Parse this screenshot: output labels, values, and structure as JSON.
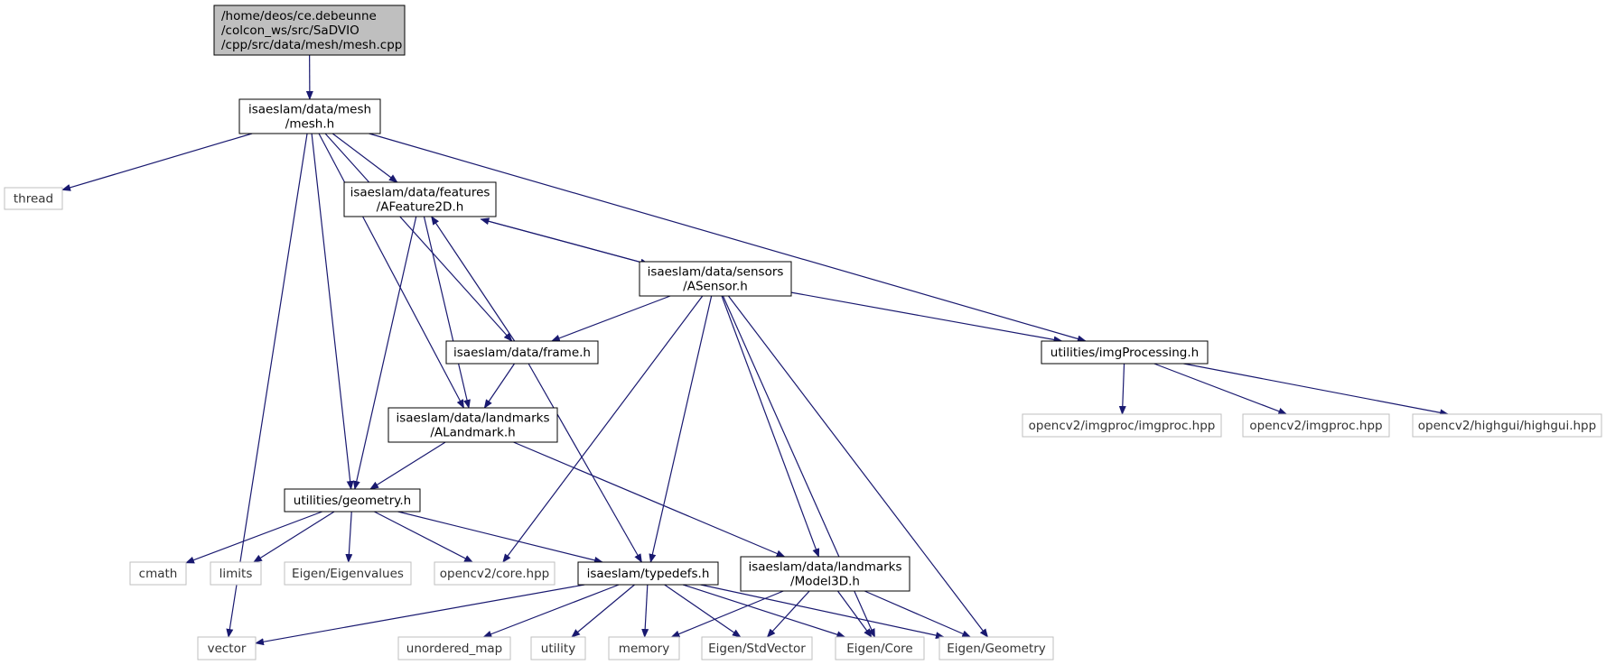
{
  "graph": {
    "nodes": [
      {
        "id": "root",
        "lines": [
          "/home/deos/ce.debeunne",
          "/colcon_ws/src/SaDVIO",
          "/cpp/src/data/mesh/mesh.cpp"
        ],
        "kind": "root"
      },
      {
        "id": "mesh_h",
        "lines": [
          "isaeslam/data/mesh",
          "/mesh.h"
        ],
        "kind": "project"
      },
      {
        "id": "thread",
        "lines": [
          "thread"
        ],
        "kind": "external"
      },
      {
        "id": "afeature2d",
        "lines": [
          "isaeslam/data/features",
          "/AFeature2D.h"
        ],
        "kind": "project"
      },
      {
        "id": "asensor",
        "lines": [
          "isaeslam/data/sensors",
          "/ASensor.h"
        ],
        "kind": "project"
      },
      {
        "id": "frame",
        "lines": [
          "isaeslam/data/frame.h"
        ],
        "kind": "project"
      },
      {
        "id": "imgproc",
        "lines": [
          "utilities/imgProcessing.h"
        ],
        "kind": "project"
      },
      {
        "id": "alandmark",
        "lines": [
          "isaeslam/data/landmarks",
          "/ALandmark.h"
        ],
        "kind": "project"
      },
      {
        "id": "geometry",
        "lines": [
          "utilities/geometry.h"
        ],
        "kind": "project"
      },
      {
        "id": "cv_imgproc_imgproc",
        "lines": [
          "opencv2/imgproc/imgproc.hpp"
        ],
        "kind": "external"
      },
      {
        "id": "cv_imgproc",
        "lines": [
          "opencv2/imgproc.hpp"
        ],
        "kind": "external"
      },
      {
        "id": "cv_highgui",
        "lines": [
          "opencv2/highgui/highgui.hpp"
        ],
        "kind": "external"
      },
      {
        "id": "cmath",
        "lines": [
          "cmath"
        ],
        "kind": "external"
      },
      {
        "id": "limits",
        "lines": [
          "limits"
        ],
        "kind": "external"
      },
      {
        "id": "eigenvalues",
        "lines": [
          "Eigen/Eigenvalues"
        ],
        "kind": "external"
      },
      {
        "id": "cvcore",
        "lines": [
          "opencv2/core.hpp"
        ],
        "kind": "external"
      },
      {
        "id": "typedefs",
        "lines": [
          "isaeslam/typedefs.h"
        ],
        "kind": "project"
      },
      {
        "id": "model3d",
        "lines": [
          "isaeslam/data/landmarks",
          "/Model3D.h"
        ],
        "kind": "project"
      },
      {
        "id": "vector",
        "lines": [
          "vector"
        ],
        "kind": "external"
      },
      {
        "id": "unordered_map",
        "lines": [
          "unordered_map"
        ],
        "kind": "external"
      },
      {
        "id": "utility",
        "lines": [
          "utility"
        ],
        "kind": "external"
      },
      {
        "id": "memory",
        "lines": [
          "memory"
        ],
        "kind": "external"
      },
      {
        "id": "stdvector",
        "lines": [
          "Eigen/StdVector"
        ],
        "kind": "external"
      },
      {
        "id": "eigencore",
        "lines": [
          "Eigen/Core"
        ],
        "kind": "external"
      },
      {
        "id": "eigengeom",
        "lines": [
          "Eigen/Geometry"
        ],
        "kind": "external"
      }
    ],
    "edges": [
      [
        "root",
        "mesh_h"
      ],
      [
        "mesh_h",
        "thread"
      ],
      [
        "mesh_h",
        "vector"
      ],
      [
        "mesh_h",
        "geometry"
      ],
      [
        "mesh_h",
        "alandmark"
      ],
      [
        "mesh_h",
        "afeature2d"
      ],
      [
        "mesh_h",
        "frame"
      ],
      [
        "mesh_h",
        "imgproc"
      ],
      [
        "afeature2d",
        "asensor"
      ],
      [
        "asensor",
        "afeature2d"
      ],
      [
        "afeature2d",
        "geometry"
      ],
      [
        "afeature2d",
        "alandmark"
      ],
      [
        "frame",
        "afeature2d"
      ],
      [
        "asensor",
        "frame"
      ],
      [
        "asensor",
        "imgproc"
      ],
      [
        "asensor",
        "cvcore"
      ],
      [
        "asensor",
        "typedefs"
      ],
      [
        "asensor",
        "model3d"
      ],
      [
        "asensor",
        "eigencore"
      ],
      [
        "asensor",
        "eigengeom"
      ],
      [
        "frame",
        "alandmark"
      ],
      [
        "frame",
        "typedefs"
      ],
      [
        "imgproc",
        "cv_imgproc_imgproc"
      ],
      [
        "imgproc",
        "cv_imgproc"
      ],
      [
        "imgproc",
        "cv_highgui"
      ],
      [
        "alandmark",
        "geometry"
      ],
      [
        "alandmark",
        "model3d"
      ],
      [
        "geometry",
        "cmath"
      ],
      [
        "geometry",
        "limits"
      ],
      [
        "geometry",
        "eigenvalues"
      ],
      [
        "geometry",
        "cvcore"
      ],
      [
        "geometry",
        "typedefs"
      ],
      [
        "typedefs",
        "vector"
      ],
      [
        "typedefs",
        "unordered_map"
      ],
      [
        "typedefs",
        "utility"
      ],
      [
        "typedefs",
        "memory"
      ],
      [
        "typedefs",
        "stdvector"
      ],
      [
        "typedefs",
        "eigencore"
      ],
      [
        "typedefs",
        "eigengeom"
      ],
      [
        "model3d",
        "memory"
      ],
      [
        "model3d",
        "stdvector"
      ],
      [
        "model3d",
        "eigencore"
      ],
      [
        "model3d",
        "eigengeom"
      ]
    ]
  },
  "colors": {
    "edge": "#191970",
    "root_fill": "#bfbfbf",
    "project_border": "#000000",
    "external_border": "#bfbfbf",
    "background": "#ffffff"
  }
}
